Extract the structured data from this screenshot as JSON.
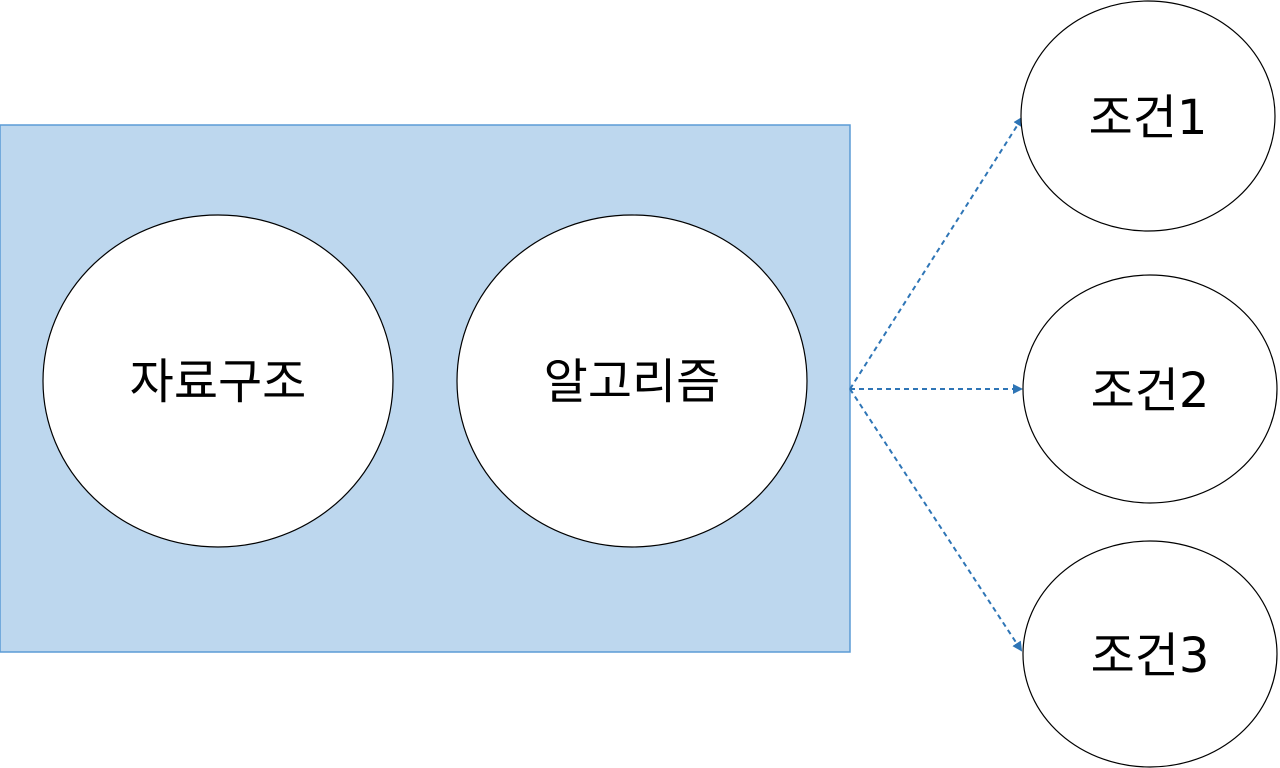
{
  "diagram": {
    "group": {
      "nodes": [
        {
          "label": "자료구조"
        },
        {
          "label": "알고리즘"
        }
      ]
    },
    "conditions": [
      {
        "label": "조건1"
      },
      {
        "label": "조건2"
      },
      {
        "label": "조건3"
      }
    ],
    "colors": {
      "box_fill": "#bdd7ee",
      "box_border": "#5b9bd5",
      "arrow": "#2e75b6",
      "node_fill": "#ffffff",
      "node_border": "#000000"
    }
  }
}
